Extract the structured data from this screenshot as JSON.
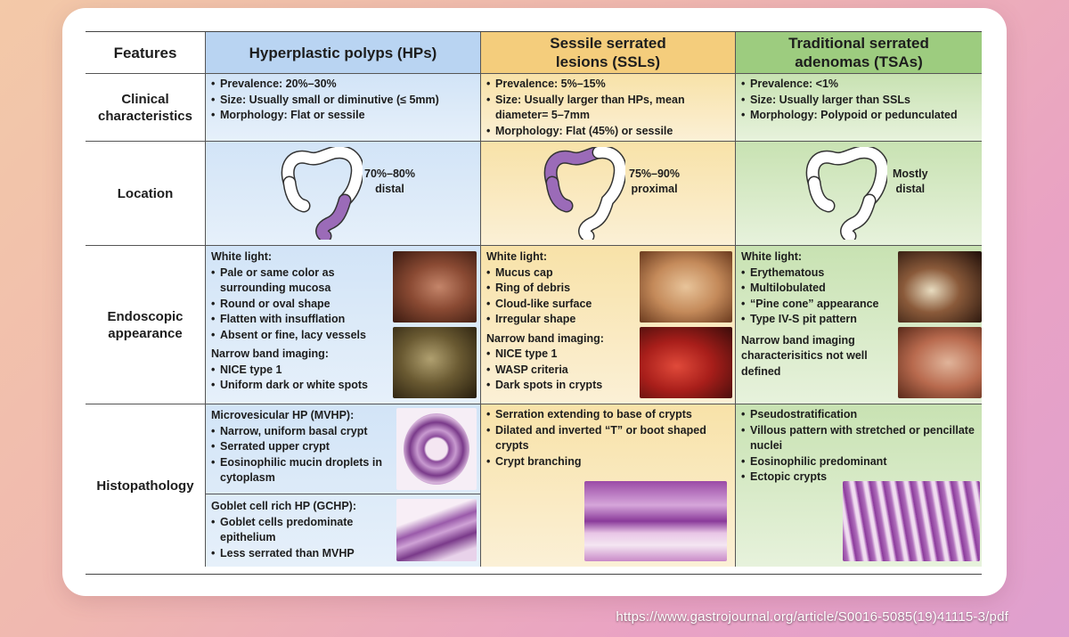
{
  "table": {
    "header": {
      "features": "Features",
      "hp": "Hyperplastic polyps (HPs)",
      "ssl": [
        "Sessile serrated",
        "lesions (SSLs)"
      ],
      "tsa": [
        "Traditional serrated",
        "adenomas (TSAs)"
      ]
    },
    "rows": {
      "clinical": [
        "Clinical",
        "characteristics"
      ],
      "location": "Location",
      "endoscopic": [
        "Endoscopic",
        "appearance"
      ],
      "histopathology": "Histopathology"
    },
    "clinical": {
      "hp": [
        "Prevalence: 20%–30%",
        "Size: Usually small or diminutive (≤ 5mm)",
        "Morphology: Flat or sessile"
      ],
      "ssl": [
        "Prevalence: 5%–15%",
        "Size: Usually larger than HPs, mean diameter= 5–7mm",
        "Morphology: Flat (45%) or sessile"
      ],
      "tsa": [
        "Prevalence: <1%",
        "Size: Usually larger than SSLs",
        "Morphology: Polypoid or pedunculated"
      ]
    },
    "location": {
      "hp": [
        "70%–80%",
        "distal"
      ],
      "ssl": [
        "75%–90%",
        "proximal"
      ],
      "tsa": [
        "Mostly",
        "distal"
      ]
    },
    "endoscopic": {
      "hp": {
        "white_light_title": "White light:",
        "white_light": [
          "Pale or same color as surrounding mucosa",
          "Round or oval shape",
          "Flatten with insufflation",
          "Absent or fine, lacy vessels"
        ],
        "nbi_title": "Narrow band imaging:",
        "nbi": [
          "NICE type 1",
          "Uniform dark or white spots"
        ]
      },
      "ssl": {
        "white_light_title": "White light:",
        "white_light": [
          "Mucus cap",
          "Ring of debris",
          "Cloud-like surface",
          "Irregular shape"
        ],
        "nbi_title": "Narrow band imaging:",
        "nbi": [
          "NICE type 1",
          "WASP criteria",
          "Dark spots in crypts"
        ]
      },
      "tsa": {
        "white_light_title": "White light:",
        "white_light": [
          "Erythematous",
          "Multilobulated",
          "“Pine cone” appearance",
          "Type IV-S pit pattern"
        ],
        "nbi_note": "Narrow band imaging characterisitics not well defined"
      }
    },
    "histopathology": {
      "hp": {
        "mvhp_title": "Microvesicular HP (MVHP):",
        "mvhp": [
          "Narrow, uniform basal crypt",
          "Serrated upper crypt",
          "Eosinophilic mucin droplets in cytoplasm"
        ],
        "gchp_title": "Goblet cell rich HP (GCHP):",
        "gchp": [
          "Goblet cells predominate epithelium",
          "Less serrated than MVHP"
        ]
      },
      "ssl": [
        "Serration extending to base of crypts",
        "Dilated and inverted “T” or boot shaped crypts",
        "Crypt branching"
      ],
      "tsa": [
        "Pseudostratification",
        "Villous pattern with stretched or pencillate nuclei",
        "Eosinophilic predominant",
        "Ectopic crypts"
      ]
    }
  },
  "source_url": "https://www.gastrojournal.org/article/S0016-5085(19)41115-3/pdf",
  "colors": {
    "hp": "#d2e4f7",
    "ssl": "#f8e2a8",
    "tsa": "#c8e2b2",
    "colon_highlight": "#9b6bb8",
    "background_gradient": [
      "#f3c9a8",
      "#dfa0cf"
    ]
  }
}
